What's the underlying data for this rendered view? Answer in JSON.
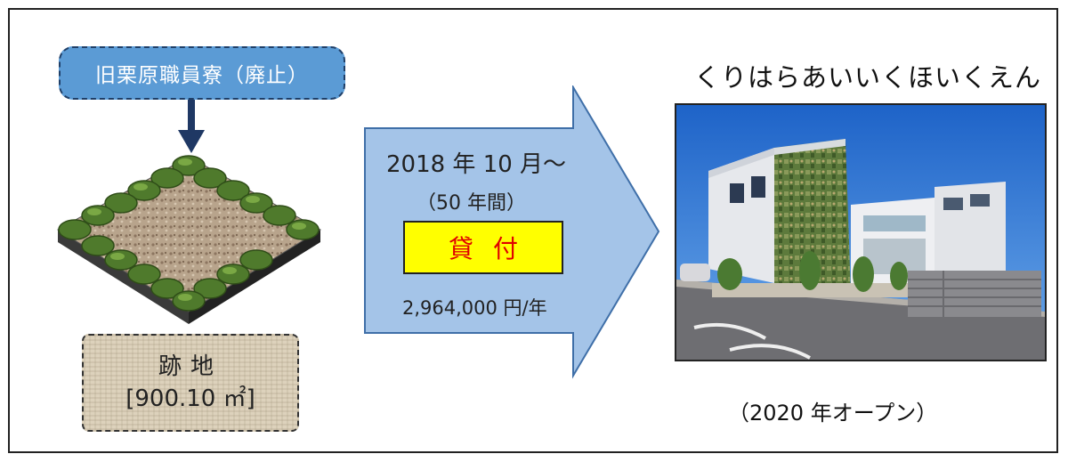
{
  "source": {
    "label": "旧栗原職員寮（廃止）"
  },
  "site": {
    "title": "跡地",
    "area": "[900.10 ㎡]"
  },
  "lease": {
    "start": "2018 年 10 月～",
    "duration": "（50 年間）",
    "type": "貸付",
    "rent": "2,964,000 円/年"
  },
  "nursery": {
    "name": "くりはらあいいくほいくえん",
    "opening": "（2020 年オープン）"
  },
  "colors": {
    "source_fill": "#5b9bd5",
    "arrow_fill": "#a4c4e8",
    "lend_fill": "#ffff00",
    "lend_text": "#e00000",
    "dark_arrow": "#1f3864"
  }
}
